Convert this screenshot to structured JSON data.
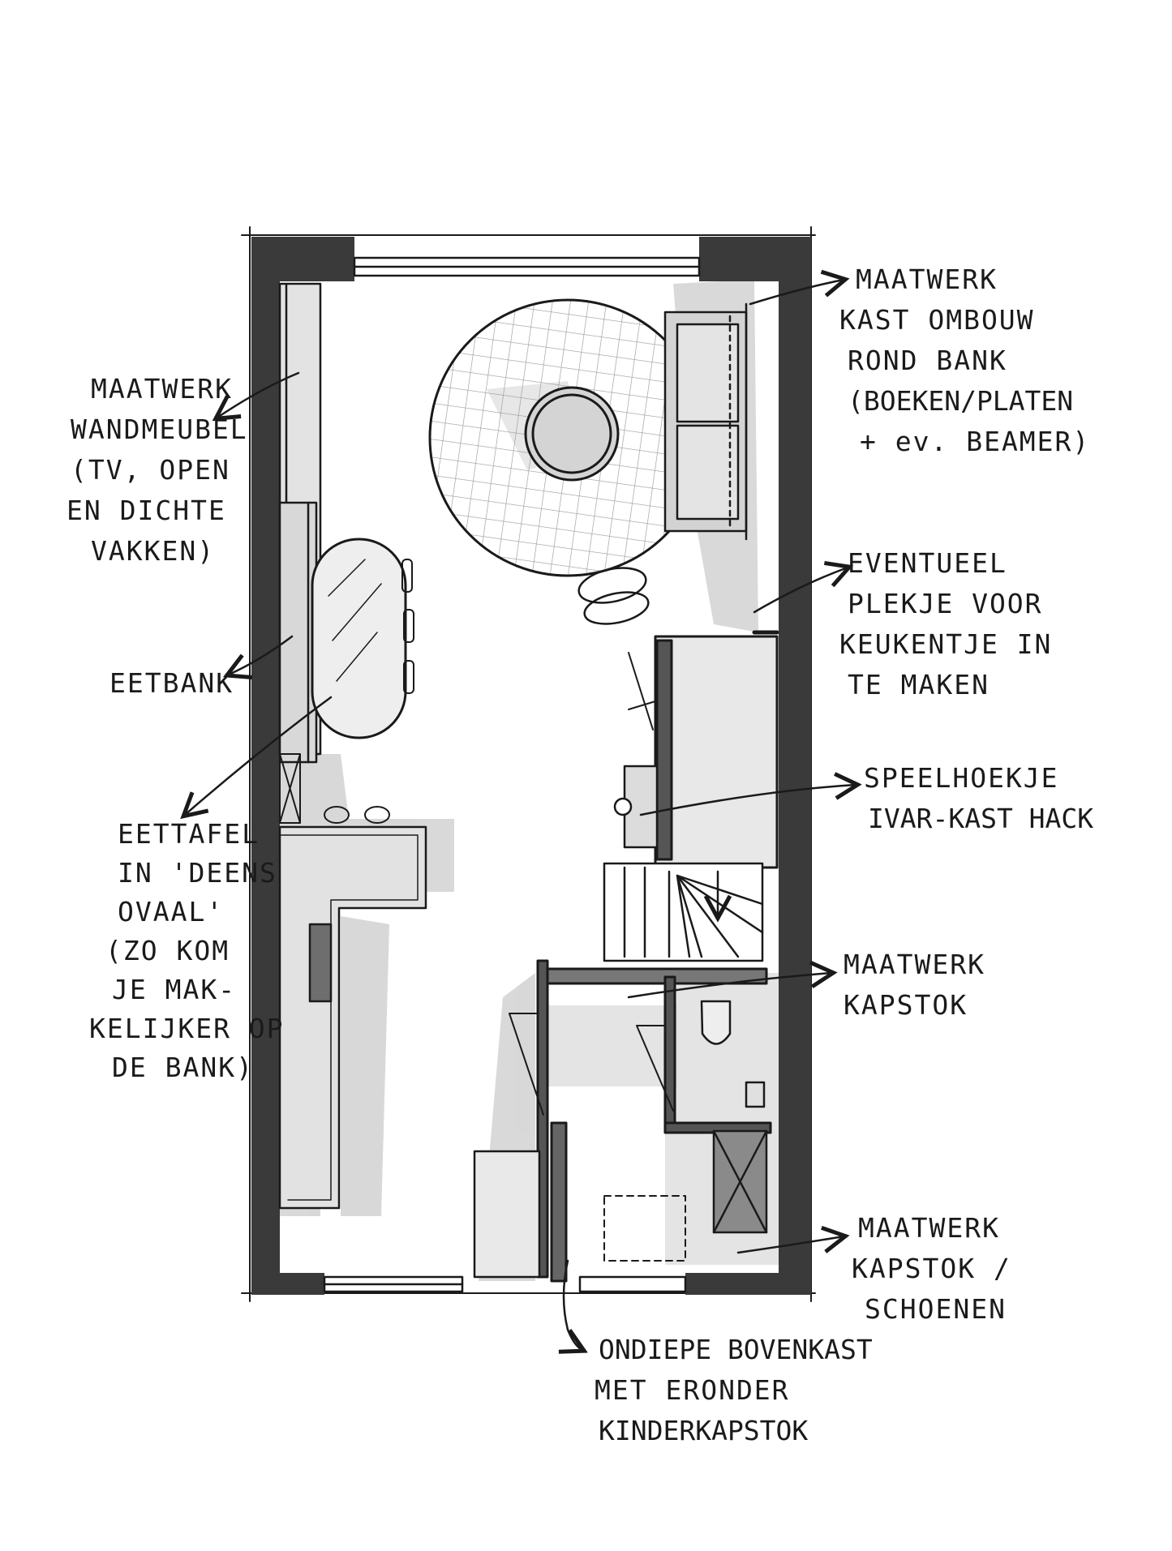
{
  "annotations": {
    "wandmeubel": [
      "MAATWERK",
      "WANDMEUBEL",
      "(TV, OPEN",
      "EN DICHTE",
      "VAKKEN)"
    ],
    "eetbank": [
      "EETBANK"
    ],
    "eettafel": [
      "EETTAFEL",
      "IN 'DEENS",
      "OVAAL'",
      "(ZO KOM",
      "JE MAK-",
      "KELIJKER OP",
      "DE BANK)"
    ],
    "kast_ombouw": [
      "MAATWERK",
      "KAST OMBOUW",
      "ROND BANK",
      "(BOEKEN/PLATEN",
      "+ ev. BEAMER)"
    ],
    "keukentje": [
      "EVENTUEEL",
      "PLEKJE VOOR",
      "KEUKENTJE IN",
      "TE MAKEN"
    ],
    "speelhoekje": [
      "SPEELHOEKJE",
      "IVAR-KAST HACK"
    ],
    "kapstok": [
      "MAATWERK",
      "KAPSTOK"
    ],
    "kapstok_schoenen": [
      "MAATWERK",
      "KAPSTOK /",
      "SCHOENEN"
    ],
    "bovenkast": [
      "ONDIEPE BOVENKAST",
      "MET ERONDER",
      "KINDERKAPSTOK"
    ]
  },
  "colors": {
    "wall": "#3a3a3a",
    "ink": "#1a1a1a",
    "shade": "#c9c9c9",
    "paper": "#ffffff"
  }
}
